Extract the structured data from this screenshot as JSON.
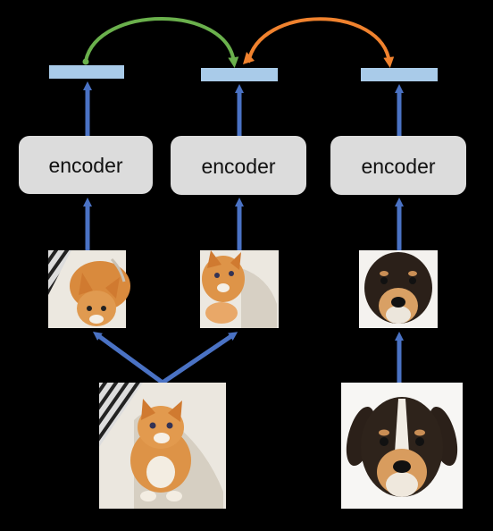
{
  "encoders": [
    {
      "label": "encoder"
    },
    {
      "label": "encoder"
    },
    {
      "label": "encoder"
    }
  ],
  "images": {
    "cat_full": "cat photo",
    "cat_crop_1": "cat crop",
    "cat_crop_2": "cat crop",
    "dog_full": "dog photo",
    "dog_crop": "dog crop"
  },
  "colors": {
    "background": "#000000",
    "encoder_fill": "#dcdcdc",
    "embedding_fill": "#a9cbe9",
    "arrow_blue": "#4a72c4",
    "positive_arc": "#6ab04c",
    "negative_arc": "#f0822e"
  }
}
